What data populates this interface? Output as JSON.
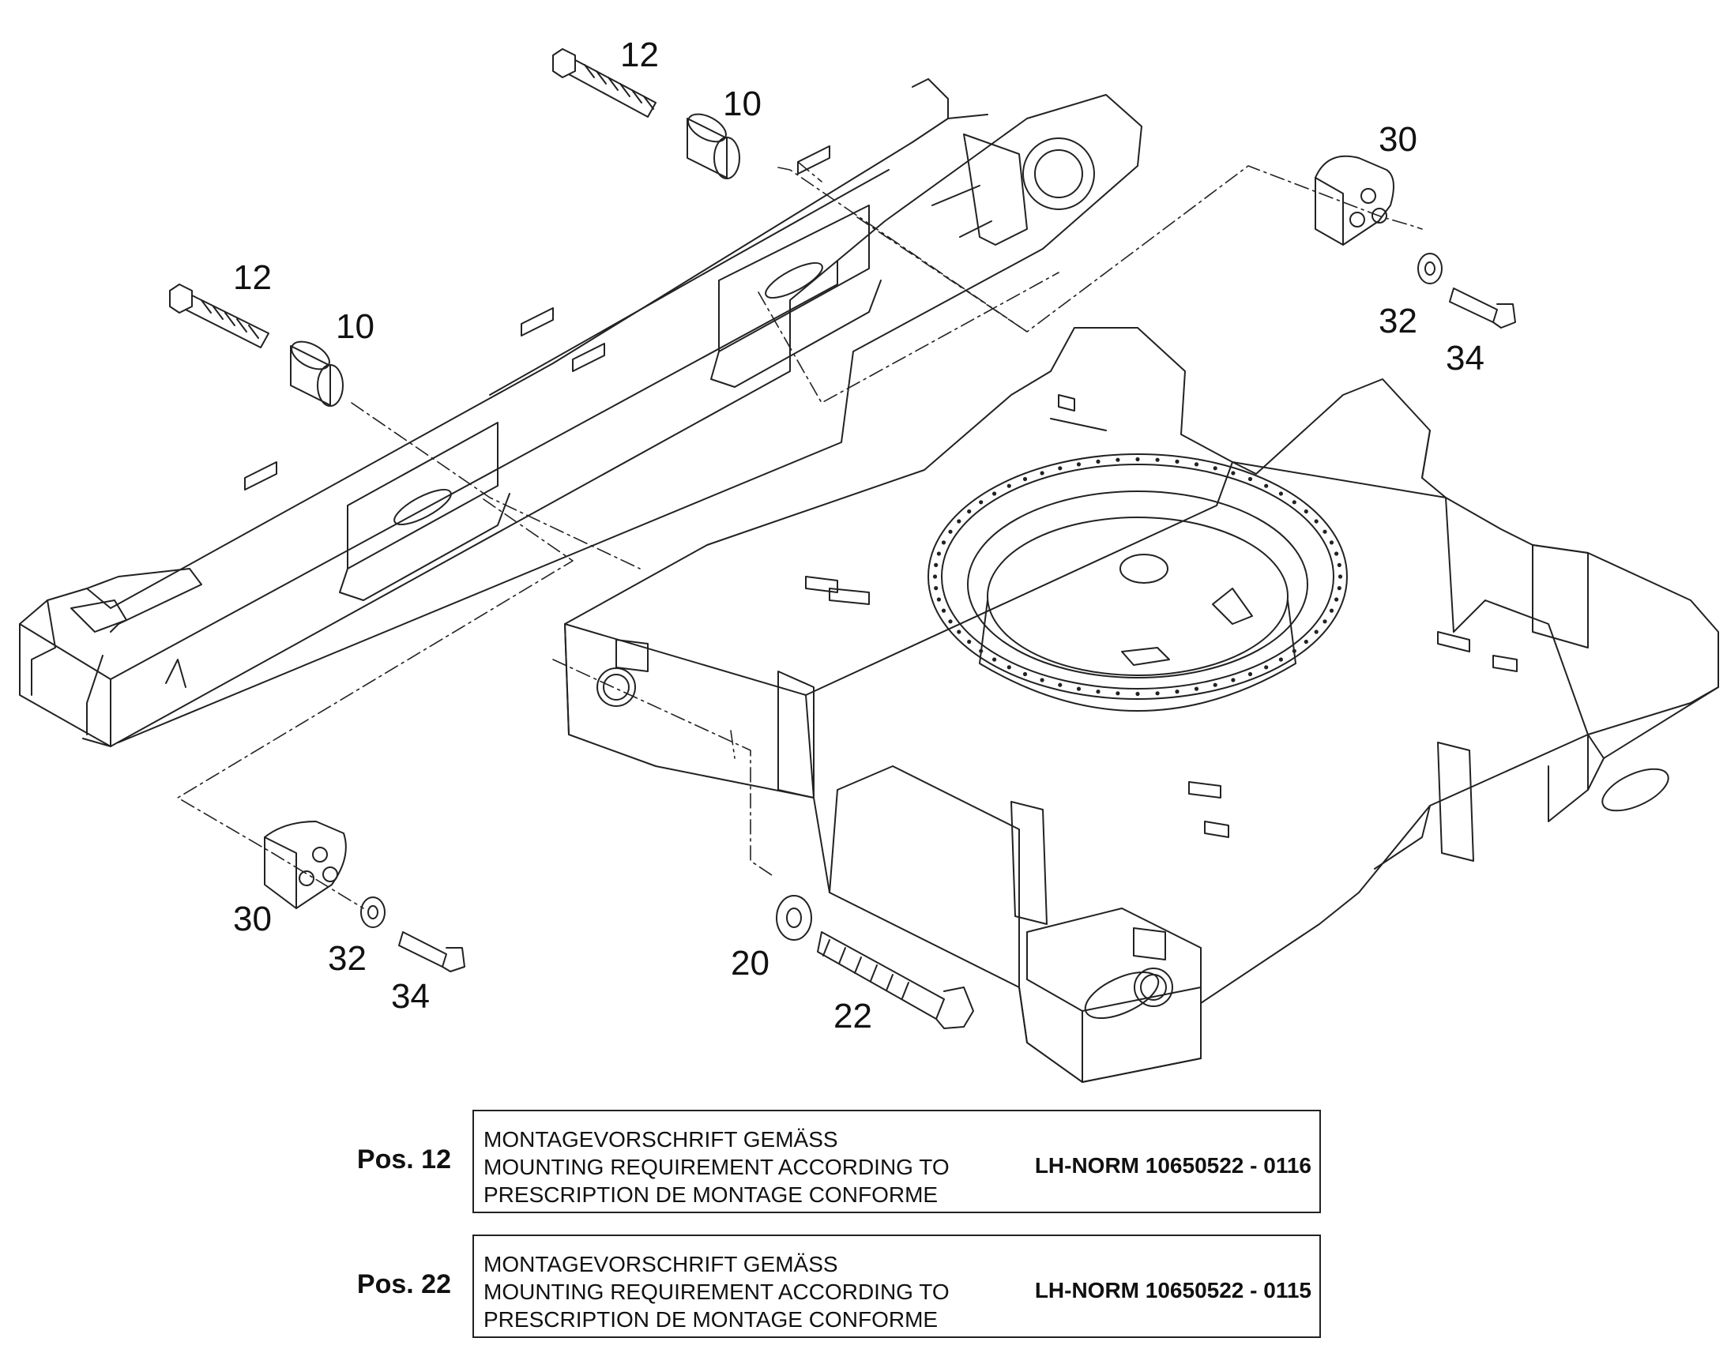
{
  "callouts": {
    "c12_top": "12",
    "c10_top": "10",
    "c12_left": "12",
    "c10_left": "10",
    "c30_right": "30",
    "c32_right": "32",
    "c34_right": "34",
    "c30_left": "30",
    "c32_left": "32",
    "c34_left": "34",
    "c20": "20",
    "c22": "22"
  },
  "notes": [
    {
      "position": "Pos. 12",
      "line1": "MONTAGEVORSCHRIFT GEMÄSS",
      "line2": "MOUNTING REQUIREMENT ACCORDING TO",
      "line3": "PRESCRIPTION DE MONTAGE CONFORME",
      "reference": "LH-NORM 10650522 - 0116"
    },
    {
      "position": "Pos. 22",
      "line1": "MONTAGEVORSCHRIFT GEMÄSS",
      "line2": "MOUNTING REQUIREMENT ACCORDING TO",
      "line3": "PRESCRIPTION DE MONTAGE CONFORME",
      "reference": "LH-NORM 10650522 - 0115"
    }
  ],
  "colors": {
    "line": "#222222",
    "background": "#ffffff"
  }
}
